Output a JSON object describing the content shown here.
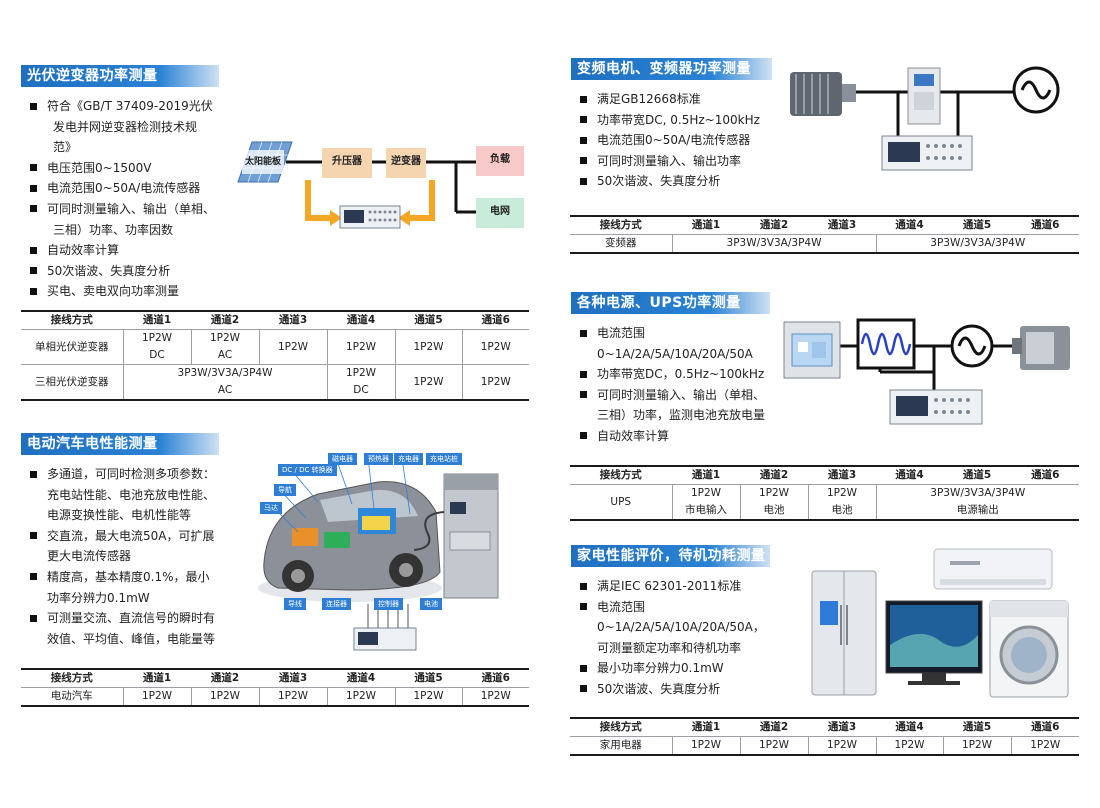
{
  "pv": {
    "title": "光伏逆变器功率测量",
    "bullets": [
      "符合《GB/T 37409-2019光伏",
      "发电并网逆变器检测技术规",
      "范》",
      "电压范围0~1500V",
      "电流范围0~50A/电流传感器",
      "可同时测量输入、输出（单相、",
      "三相）功率、功率因数",
      "自动效率计算",
      "50次谐波、失真度分析",
      "买电、卖电双向功率测量"
    ],
    "diagram": {
      "solar": "太阳能板",
      "boost": "升压器",
      "inverter": "逆变器",
      "load": "负载",
      "grid": "电网"
    },
    "table": {
      "headers": [
        "接线方式",
        "通道1",
        "通道2",
        "通道3",
        "通道4",
        "通道5",
        "通道6"
      ],
      "r1": {
        "name": "单相光伏逆变器",
        "c1a": "1P2W",
        "c1b": "DC",
        "c2a": "1P2W",
        "c2b": "AC",
        "c3": "1P2W",
        "c4": "1P2W",
        "c5": "1P2W",
        "c6": "1P2W"
      },
      "r2": {
        "name": "三相光伏逆变器",
        "c13a": "3P3W/3V3A/3P4W",
        "c13b": "AC",
        "c4a": "1P2W",
        "c4b": "DC",
        "c5": "1P2W",
        "c6": "1P2W"
      }
    }
  },
  "ev": {
    "title": "电动汽车电性能测量",
    "bullets": [
      "多通道，可同时检测多项参数：",
      "充电站性能、电池充放电性能、",
      "电源变换性能、电机性能等",
      "交直流，最大电流50A，可扩展",
      "更大电流传感器",
      "精度高，基本精度0.1%，最小",
      "功率分辨力0.1mW",
      "可测量交流、直流信号的瞬时有",
      "效值、平均值、峰值，电能量等"
    ],
    "labels": {
      "dcdc": "DC / DC 转换器",
      "nav": "导航",
      "motor": "马达",
      "mag": "磁电器",
      "cig": "预热器",
      "chg": "充电器",
      "chgstation": "充电站桩",
      "wire": "导线",
      "conn": "连接器",
      "ctrl": "控制器",
      "batt": "电池"
    },
    "table": {
      "headers": [
        "接线方式",
        "通道1",
        "通道2",
        "通道3",
        "通道4",
        "通道5",
        "通道6"
      ],
      "r1": [
        "电动汽车",
        "1P2W",
        "1P2W",
        "1P2W",
        "1P2W",
        "1P2W",
        "1P2W"
      ]
    }
  },
  "vfd": {
    "title": "变频电机、变频器功率测量",
    "bullets": [
      "满足GB12668标准",
      "功率带宽DC, 0.5Hz~100kHz",
      "电流范围0~50A/电流传感器",
      "可同时测量输入、输出功率",
      "50次谐波、失真度分析"
    ],
    "table": {
      "headers": [
        "接线方式",
        "通道1",
        "通道2",
        "通道3",
        "通道4",
        "通道5",
        "通道6"
      ],
      "r1": {
        "name": "变频器",
        "g1": "3P3W/3V3A/3P4W",
        "g2": "3P3W/3V3A/3P4W"
      }
    }
  },
  "ups": {
    "title": "各种电源、UPS功率测量",
    "bullets": [
      "电流范围",
      "0~1A/2A/5A/10A/20A/50A",
      "功率带宽DC，0.5Hz~100kHz",
      "可同时测量输入、输出（单相、",
      "三相）功率，监测电池充放电量",
      "自动效率计算"
    ],
    "table": {
      "headers": [
        "接线方式",
        "通道1",
        "通道2",
        "通道3",
        "通道4",
        "通道5",
        "通道6"
      ],
      "r1": {
        "name": "UPS",
        "c1a": "1P2W",
        "c1b": "市电输入",
        "c2a": "1P2W",
        "c2b": "电池",
        "c3a": "1P2W",
        "c3b": "电池",
        "g46a": "3P3W/3V3A/3P4W",
        "g46b": "电源输出"
      }
    }
  },
  "home": {
    "title": "家电性能评价，待机功耗测量",
    "bullets": [
      "满足IEC 62301-2011标准",
      "电流范围",
      "0~1A/2A/5A/10A/20A/50A，",
      "可测量额定功率和待机功率",
      "最小功率分辨力0.1mW",
      "50次谐波、失真度分析"
    ],
    "table": {
      "headers": [
        "接线方式",
        "通道1",
        "通道2",
        "通道3",
        "通道4",
        "通道5",
        "通道6"
      ],
      "r1": [
        "家用电器",
        "1P2W",
        "1P2W",
        "1P2W",
        "1P2W",
        "1P2W",
        "1P2W"
      ]
    }
  },
  "colors": {
    "title_blue": "#1f6fc0",
    "arrow_orange": "#f5a623",
    "box_tan": "#f5d5b0",
    "box_pink": "#f8c9c9",
    "box_green": "#c8ecd9"
  }
}
